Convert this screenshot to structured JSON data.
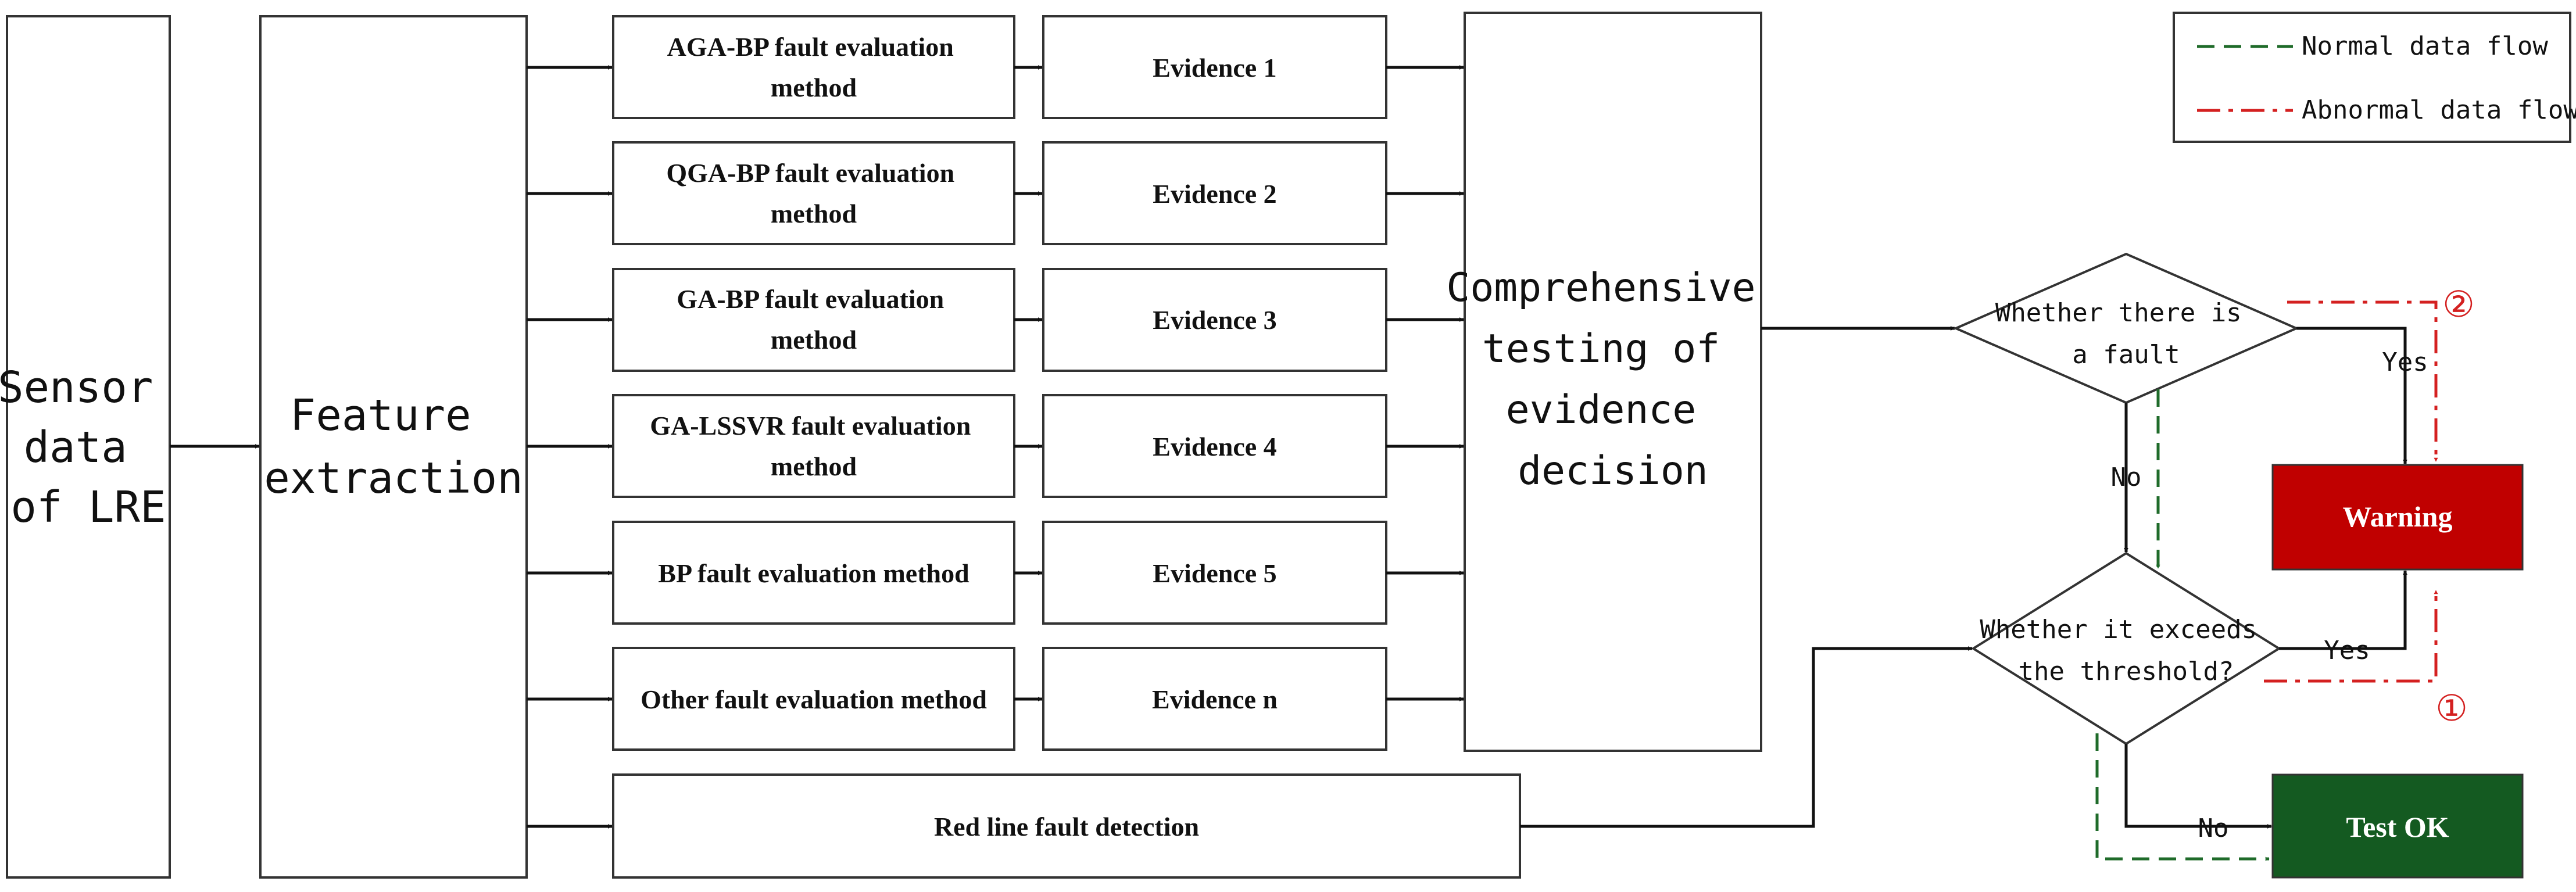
{
  "sensor": {
    "lines": [
      "Sensor",
      "data",
      "of LRE"
    ]
  },
  "feature": {
    "lines": [
      "Feature",
      "extraction"
    ]
  },
  "methods": [
    {
      "lines": [
        "AGA-BP fault evaluation",
        "method"
      ],
      "evidence": "Evidence 1"
    },
    {
      "lines": [
        "QGA-BP fault evaluation",
        "method"
      ],
      "evidence": "Evidence 2"
    },
    {
      "lines": [
        "GA-BP fault evaluation",
        "method"
      ],
      "evidence": "Evidence 3"
    },
    {
      "lines": [
        "GA-LSSVR fault evaluation",
        "method"
      ],
      "evidence": "Evidence  4"
    },
    {
      "lines": [
        "BP fault evaluation method"
      ],
      "evidence": "Evidence 5"
    },
    {
      "lines": [
        "Other fault evaluation method"
      ],
      "evidence": "Evidence n"
    }
  ],
  "redline": {
    "label": "Red line fault detection"
  },
  "decision": {
    "lines": [
      "Comprehensive",
      "testing of",
      "evidence",
      "decision"
    ]
  },
  "fault_check": {
    "lines": [
      "Whether there is",
      "a fault"
    ]
  },
  "threshold_check": {
    "lines": [
      "Whether it exceeds",
      "the threshold?"
    ]
  },
  "edges": {
    "yes": "Yes",
    "no": "No"
  },
  "warning": {
    "label": "Warning",
    "color": "#c00000"
  },
  "ok": {
    "label": "Test OK",
    "color": "#145a21"
  },
  "markers": {
    "one": "①",
    "two": "②"
  },
  "legend": {
    "normal": "Normal data flow",
    "abnormal": "Abnormal data flow",
    "normal_color": "#1f6b2a",
    "abnormal_color": "#d42020"
  }
}
